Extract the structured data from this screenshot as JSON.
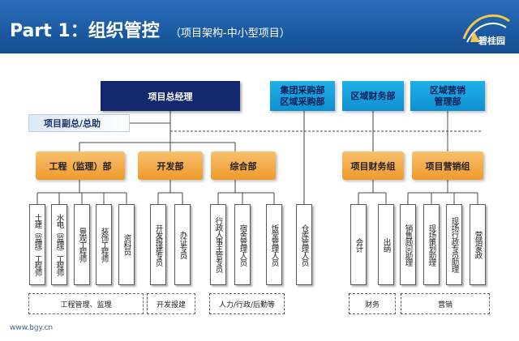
{
  "header": {
    "title": "Part 1：组织管控",
    "subtitle": "（项目架构-中小型项目）",
    "logo_text": "碧桂园"
  },
  "footer": {
    "url": "www.bgy.cn"
  },
  "boxes": {
    "gm": "项目总经理",
    "deputy": "项目副总/总助",
    "purchase": "集团采购部\n区域采购部",
    "region_finance": "区域财务部",
    "region_marketing": "区域营销\n管理部",
    "engineering": "工程（监理）部",
    "development": "开发部",
    "admin": "综合部",
    "proj_finance": "项目财务组",
    "proj_marketing": "项目营销组"
  },
  "positions": [
    "土建（监理）工程师",
    "水电（监理）工程师",
    "景观工程师",
    "装饰工程师",
    "资料员",
    "开发报建专员",
    "办证专员",
    "行政人事主管专员",
    "宿舍管理人员",
    "饭堂管理人员",
    "仓库管理人员",
    "会计",
    "出纳",
    "销售顾问助理",
    "现场策划助理",
    "现场行政专员助理",
    "营销家政"
  ],
  "groups": [
    "工程管理、监理",
    "开发报建",
    "人力/行政/后勤等",
    "财务",
    "营销"
  ],
  "colors": {
    "header": "#1b5aa3",
    "navy": "#14286e",
    "blue": "#1aa6e2",
    "orange": "#f2a33a"
  }
}
